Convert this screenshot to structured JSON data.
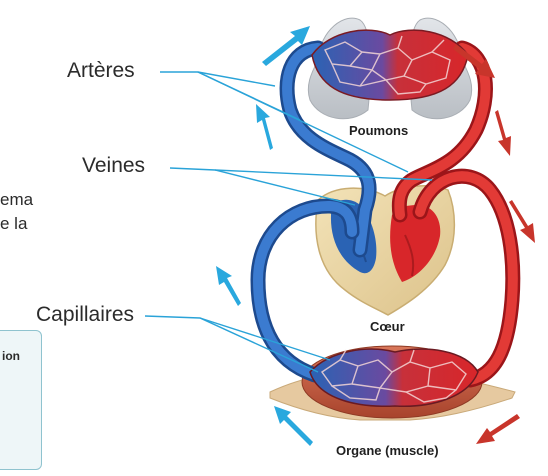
{
  "labels": {
    "arteres": "Artères",
    "veines": "Veines",
    "capillaires": "Capillaires",
    "poumons": "Poumons",
    "coeur": "Cœur",
    "organe": "Organe (muscle)"
  },
  "cropped_text": {
    "line1": "ema",
    "line2": "e la",
    "box_heading": "ion"
  },
  "colors": {
    "oxygenated_blood": "#d8262a",
    "deoxygenated_blood": "#2a63b4",
    "arrow_blue": "#29a8de",
    "arrow_red": "#c8352b",
    "leader_line": "#2aa3d8",
    "heart_tissue": "#ecd7a4",
    "lung_grey": "#c9cdd2",
    "muscle": "#c65a3a"
  }
}
